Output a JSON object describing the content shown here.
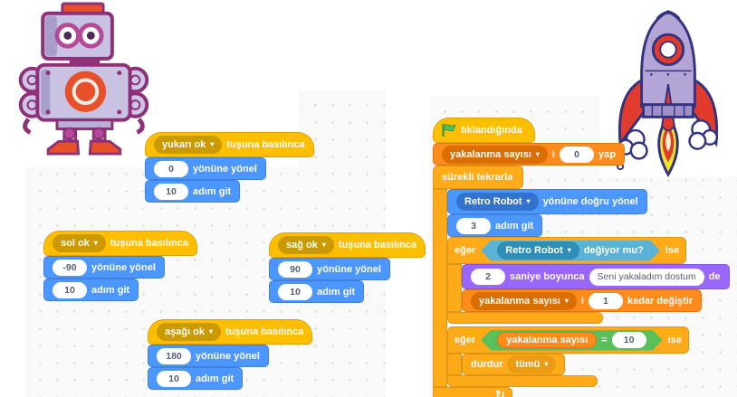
{
  "icons": {
    "dropdown_caret": "▾",
    "loop_arrow": "↻"
  },
  "colors": {
    "events": "#FFBF00",
    "motion": "#4C97FF",
    "control": "#FFAB19",
    "variables": "#FF8C1A",
    "looks": "#9966FF",
    "sensing": "#5CB1D6",
    "operators": "#59C059",
    "workspace_bg": "#F9F9F9",
    "flag_green": "#4CBF56"
  },
  "key_scripts": [
    {
      "key": "yukarı ok",
      "when_suffix": "tuşuna basılınca",
      "direction": "0",
      "point_suffix": "yönüne yönel",
      "steps": "10",
      "move_suffix": "adım git"
    },
    {
      "key": "sol ok",
      "when_suffix": "tuşuna basılınca",
      "direction": "-90",
      "point_suffix": "yönüne yönel",
      "steps": "10",
      "move_suffix": "adım git"
    },
    {
      "key": "sağ ok",
      "when_suffix": "tuşuna basılınca",
      "direction": "90",
      "point_suffix": "yönüne yönel",
      "steps": "10",
      "move_suffix": "adım git"
    },
    {
      "key": "aşağı ok",
      "when_suffix": "tuşuna basılınca",
      "direction": "180",
      "point_suffix": "yönüne yönel",
      "steps": "10",
      "move_suffix": "adım git"
    }
  ],
  "main_script": {
    "when_clicked": "tıklandığında",
    "set_var": {
      "variable": "yakalanma sayısı",
      "particle": "i",
      "value": "0",
      "suffix": "yap"
    },
    "forever_label": "sürekli tekrarla",
    "point_towards": {
      "target": "Retro Robot",
      "suffix": "yönüne doğru yönel"
    },
    "move": {
      "value": "3",
      "suffix": "adım git"
    },
    "if_touching": {
      "if_label": "eğer",
      "target": "Retro Robot",
      "condition_suffix": "değiyor mu?",
      "then_label": "ise"
    },
    "say": {
      "value": "2",
      "mid_label": "saniye boyunca",
      "message": "Seni yakaladım dostum",
      "suffix": "de"
    },
    "change_var": {
      "variable": "yakalanma sayısı",
      "particle": "i",
      "value": "1",
      "suffix": "kadar değiştir"
    },
    "if_equal": {
      "if_label": "eğer",
      "variable": "yakalanma sayısı",
      "operator": "=",
      "value": "10",
      "then_label": "ise"
    },
    "stop": {
      "label": "durdur",
      "option": "tümü"
    }
  }
}
